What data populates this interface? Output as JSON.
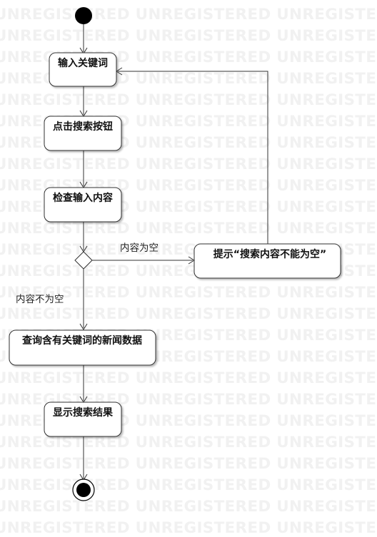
{
  "watermark": "UNREGISTERED UNREGISTERED UNREGISTERED UNREGISTERED",
  "activities": {
    "input_keyword": "输入关键词",
    "click_search": "点击搜索按钮",
    "check_input": "检查输入内容",
    "prompt_empty": "提示“搜索内容不能为空”",
    "query_news": "查询含有关键词的新闻数据",
    "show_results": "显示搜索结果"
  },
  "guards": {
    "empty": "内容为空",
    "not_empty": "内容不为空"
  }
}
